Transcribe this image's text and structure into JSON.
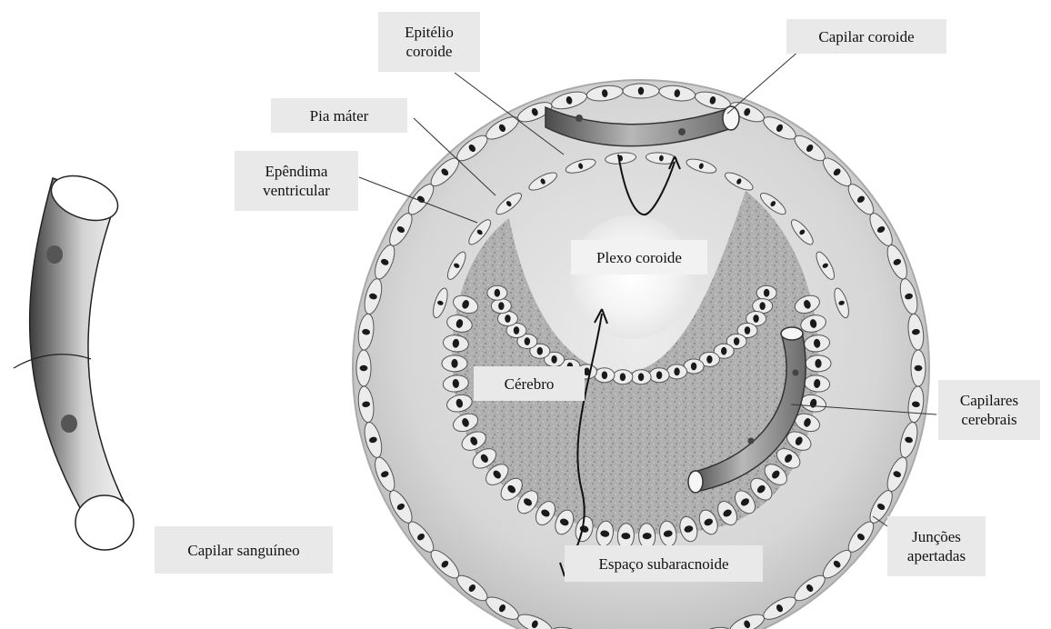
{
  "labels": {
    "epitelio_coroide": "Epitélio\ncoroide",
    "capilar_coroide": "Capilar coroide",
    "pia_mater": "Pia máter",
    "ependima_ventricular": "Epêndima\nventricular",
    "plexo_coroide": "Plexo coroide",
    "cerebro": "Cérebro",
    "capilares_cerebrais": "Capilares\ncerebrais",
    "capilar_sanguineo": "Capilar sanguíneo",
    "espaco_subaracnoide": "Espaço subaracnoide",
    "juncoes_apertadas": "Junções\napertadas"
  },
  "colors": {
    "label_bg": "#e9e9e9",
    "outer_sphere": "#d8d8d8",
    "brain_tissue": "#a8a8a8",
    "cell_fill": "#ececec",
    "nucleus": "#1a1a1a",
    "capillary": "#6e6e6e"
  }
}
